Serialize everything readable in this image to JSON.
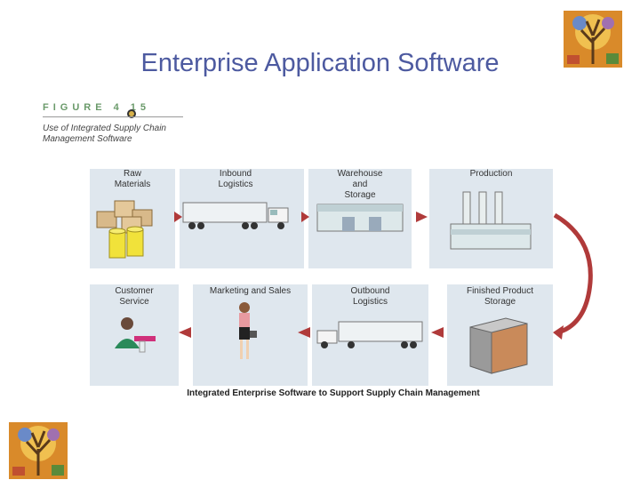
{
  "slide": {
    "title": "Enterprise Application Software"
  },
  "figure": {
    "label": "FIGURE 4 15",
    "caption": "Use of Integrated Supply Chain Management Software",
    "bottom_caption": "Integrated Enterprise Software to Support Supply Chain Management"
  },
  "stages": {
    "raw_materials": "Raw\nMaterials",
    "inbound_logistics": "Inbound\nLogistics",
    "warehouse_storage": "Warehouse\nand\nStorage",
    "production": "Production",
    "customer_service": "Customer\nService",
    "marketing_sales": "Marketing and Sales",
    "outbound_logistics": "Outbound\nLogistics",
    "finished_storage": "Finished Product\nStorage"
  },
  "colors": {
    "title": "#4d5aa0",
    "arrow": "#b03a3a",
    "panel": "#dfe7ee",
    "drum": "#f1e23a",
    "box": "#d8b98a"
  }
}
